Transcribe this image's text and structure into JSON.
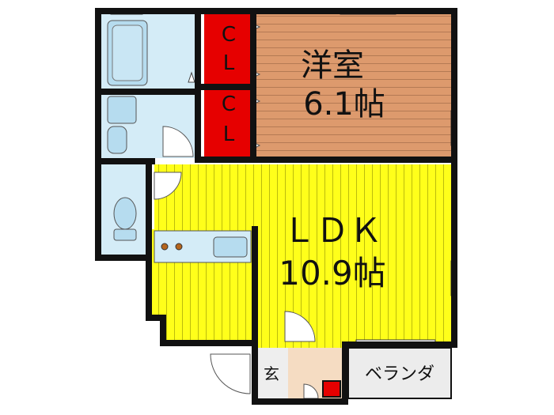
{
  "rooms": {
    "western_room": {
      "name": "洋室",
      "size": "6.1帖",
      "color": "#dd9a6d"
    },
    "ldk": {
      "name": "ＬＤＫ",
      "size": "10.9帖",
      "color": "#ffff1a"
    },
    "closet_top": {
      "label_line1": "C",
      "label_line2": "L",
      "color": "#e60000"
    },
    "closet_bottom": {
      "label_line1": "C",
      "label_line2": "L",
      "color": "#e60000"
    },
    "entrance": {
      "name": "玄",
      "color": "#f5dcc2"
    },
    "balcony": {
      "name": "ベランダ",
      "color": "#ececec"
    }
  },
  "fixture_color": "#b6dcef",
  "wall_color": "#111111"
}
